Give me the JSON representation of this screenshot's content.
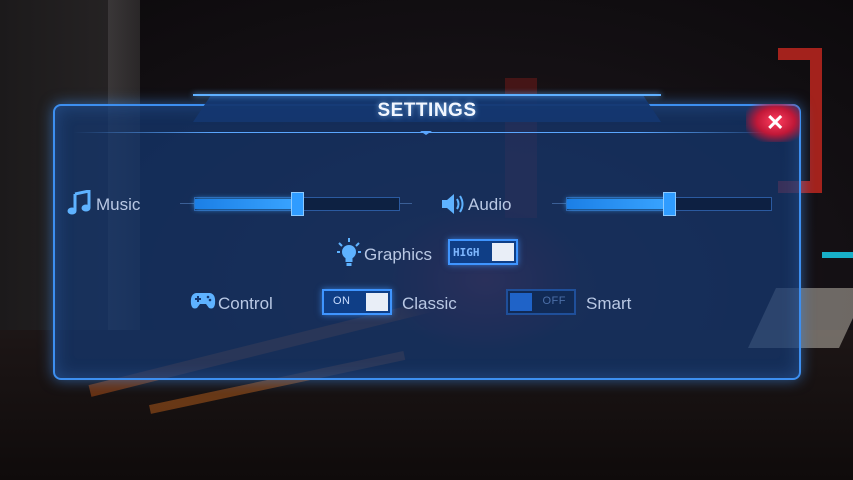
{
  "settings": {
    "title": "SETTINGS",
    "close_label": "✕",
    "music": {
      "label": "Music",
      "value_fraction": 0.5
    },
    "audio": {
      "label": "Audio",
      "value_fraction": 0.5
    },
    "graphics": {
      "label": "Graphics",
      "toggle_text": "HIGH",
      "state": "on"
    },
    "control": {
      "label": "Control",
      "classic": {
        "toggle_text": "ON",
        "label": "Classic",
        "state": "on"
      },
      "smart": {
        "toggle_text": "OFF",
        "label": "Smart",
        "state": "off"
      }
    },
    "colors": {
      "accent": "#3d8ff0",
      "panel": "#143770",
      "close": "#d4163c"
    }
  }
}
